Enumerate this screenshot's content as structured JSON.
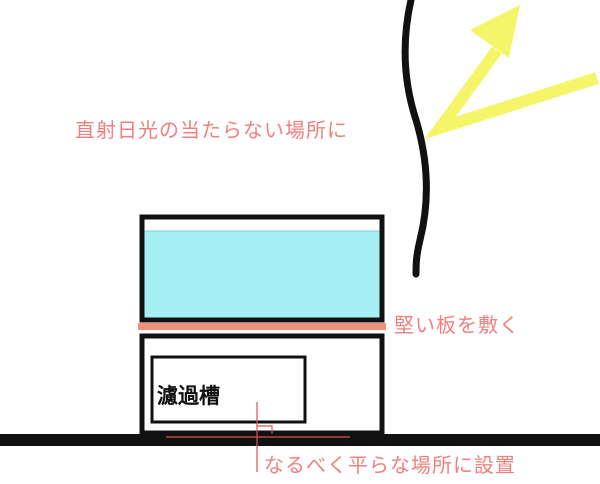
{
  "labels": {
    "sunlight_note": "直射日光の当たらない場所に",
    "board_note": "堅い板を敷く",
    "filter_label": "濾過槽",
    "floor_note": "なるべく平らな場所に設置"
  },
  "colors": {
    "annotation": "#f08080",
    "water": "#a6f0f5",
    "board": "#f0907a",
    "sun_arrow": "#f5f56a",
    "outline": "#111111",
    "leader_line": "#d9534f"
  },
  "icons": {
    "window_edge": "curved-wall-line",
    "sunlight": "sunlight-arrow-icon"
  }
}
